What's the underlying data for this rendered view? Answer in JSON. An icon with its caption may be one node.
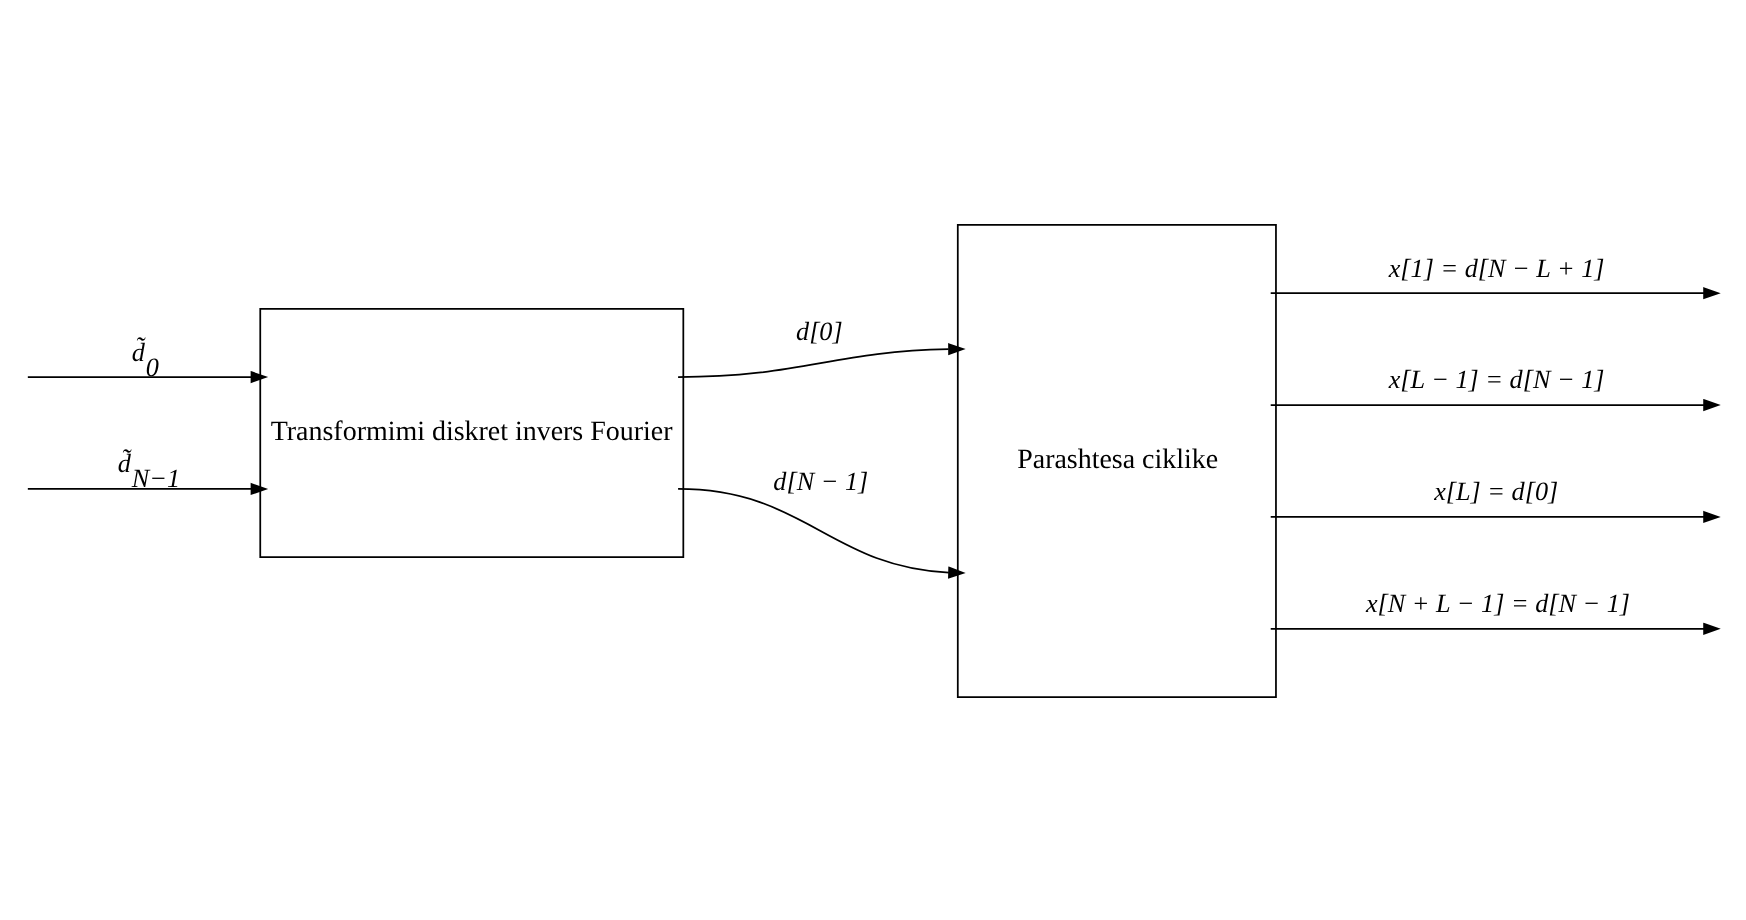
{
  "diagram": {
    "nodes": [
      {
        "text": [
          "Transformimi diskret invers Fourier"
        ]
      },
      {
        "text": [
          "Parashtesa ciklike"
        ]
      }
    ],
    "edges": [
      {
        "from": null,
        "to": 0,
        "arrow": "to",
        "label": "d̃$_{0}$"
      },
      {
        "from": null,
        "to": 0,
        "arrow": "to",
        "label": "d̃$_{N−1}$"
      },
      {
        "from": 0,
        "to": 1,
        "arrow": "to",
        "label": "d[0]"
      },
      {
        "from": 0,
        "to": 1,
        "arrow": "to",
        "label": "d[N − 1]"
      },
      {
        "from": 1,
        "to": null,
        "arrow": "to",
        "label": "x[1] = d[N − L + 1]"
      },
      {
        "from": 1,
        "to": null,
        "arrow": "to",
        "label": "x[L − 1] = d[N − 1]"
      },
      {
        "from": 1,
        "to": null,
        "arrow": "to",
        "label": "x[L] = d[0]"
      },
      {
        "from": 1,
        "to": null,
        "arrow": "to",
        "label": "x[N + L − 1] = d[N − 1]"
      }
    ]
  }
}
